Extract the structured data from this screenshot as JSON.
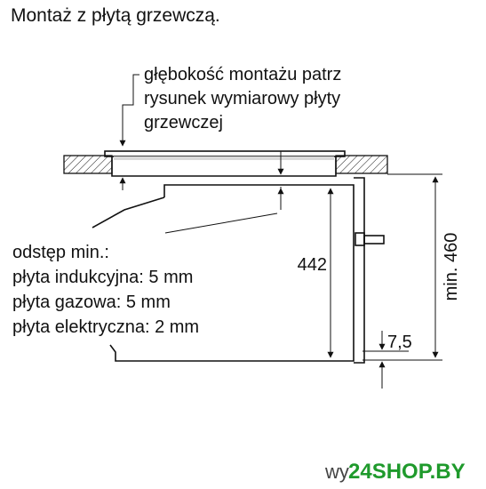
{
  "title": "Montaż z płytą grzewczą.",
  "depth_note": {
    "lines": [
      "głębokość montażu patrz",
      "rysunek wymiarowy płyty",
      "grzewczej"
    ]
  },
  "clearance_note": {
    "lines": [
      "odstęp min.:",
      "płyta indukcyjna: 5 mm",
      "płyta gazowa: 5 mm",
      "płyta elektryczna: 2 mm"
    ]
  },
  "dimensions": {
    "height_442": "442",
    "min_460": "min. 460",
    "gap_75": "7,5"
  },
  "watermark": {
    "prefix": "wy",
    "brand": "24SHOP.BY"
  },
  "colors": {
    "brand_green": "#1f9a2c",
    "line": "#111111"
  }
}
